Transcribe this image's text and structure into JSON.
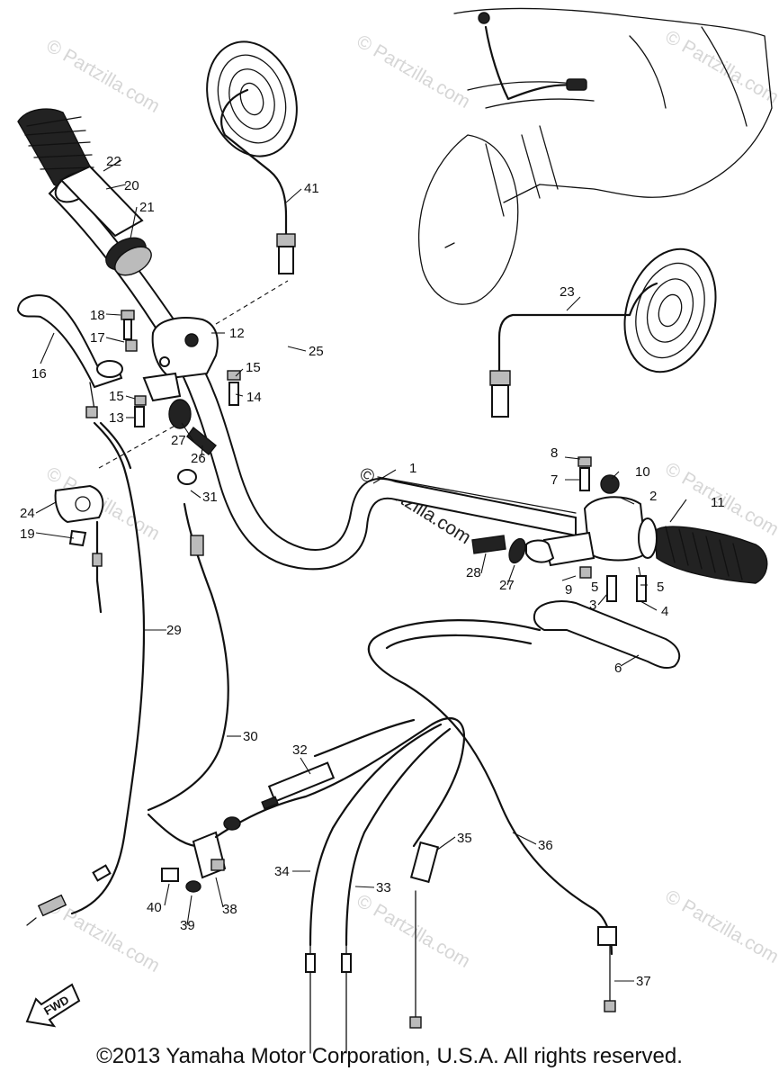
{
  "watermark_text": "© Partzilla.com",
  "copyright": "©2013 Yamaha Motor Corporation, U.S.A. All rights reserved.",
  "fwd_label": "FWD",
  "callouts": [
    "1",
    "2",
    "3",
    "4",
    "5",
    "5",
    "6",
    "7",
    "8",
    "9",
    "10",
    "11",
    "12",
    "13",
    "14",
    "15",
    "15",
    "16",
    "17",
    "18",
    "19",
    "20",
    "21",
    "22",
    "23",
    "24",
    "25",
    "26",
    "27",
    "27",
    "28",
    "29",
    "30",
    "31",
    "32",
    "33",
    "34",
    "35",
    "36",
    "37",
    "38",
    "39",
    "40",
    "41"
  ]
}
